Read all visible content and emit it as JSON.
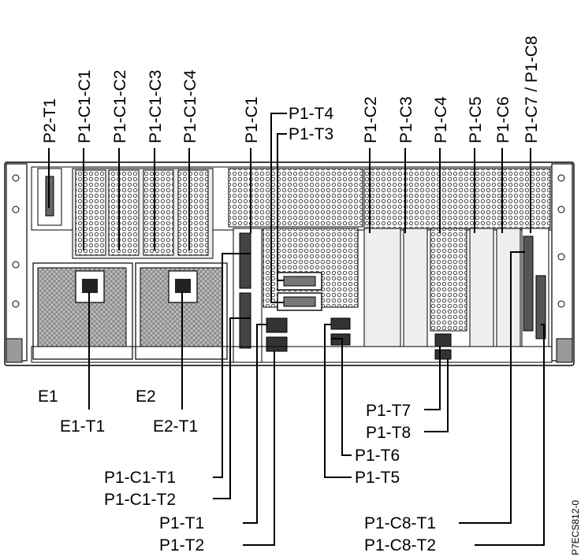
{
  "diagram": {
    "top_labels": [
      {
        "id": "p2-t1",
        "text": "P2-T1"
      },
      {
        "id": "p1-c1-c1",
        "text": "P1-C1-C1"
      },
      {
        "id": "p1-c1-c2",
        "text": "P1-C1-C2"
      },
      {
        "id": "p1-c1-c3",
        "text": "P1-C1-C3"
      },
      {
        "id": "p1-c1-c4",
        "text": "P1-C1-C4"
      },
      {
        "id": "p1-c1",
        "text": "P1-C1"
      },
      {
        "id": "p1-c2",
        "text": "P1-C2"
      },
      {
        "id": "p1-c3",
        "text": "P1-C3"
      },
      {
        "id": "p1-c4",
        "text": "P1-C4"
      },
      {
        "id": "p1-c5",
        "text": "P1-C5"
      },
      {
        "id": "p1-c6",
        "text": "P1-C6"
      },
      {
        "id": "p1-c7-c8",
        "text": "P1-C7 / P1-C8"
      }
    ],
    "p1_t4": "P1-T4",
    "p1_t3": "P1-T3",
    "e1": "E1",
    "e2": "E2",
    "e1_t1": "E1-T1",
    "e2_t1": "E2-T1",
    "p1_t7": "P1-T7",
    "p1_t8": "P1-T8",
    "p1_t6": "P1-T6",
    "p1_t5": "P1-T5",
    "p1_c1_t1": "P1-C1-T1",
    "p1_c1_t2": "P1-C1-T2",
    "p1_t1": "P1-T1",
    "p1_t2": "P1-T2",
    "p1_c8_t1": "P1-C8-T1",
    "p1_c8_t2": "P1-C8-T2",
    "figure_id": "P7ECS812-0"
  }
}
